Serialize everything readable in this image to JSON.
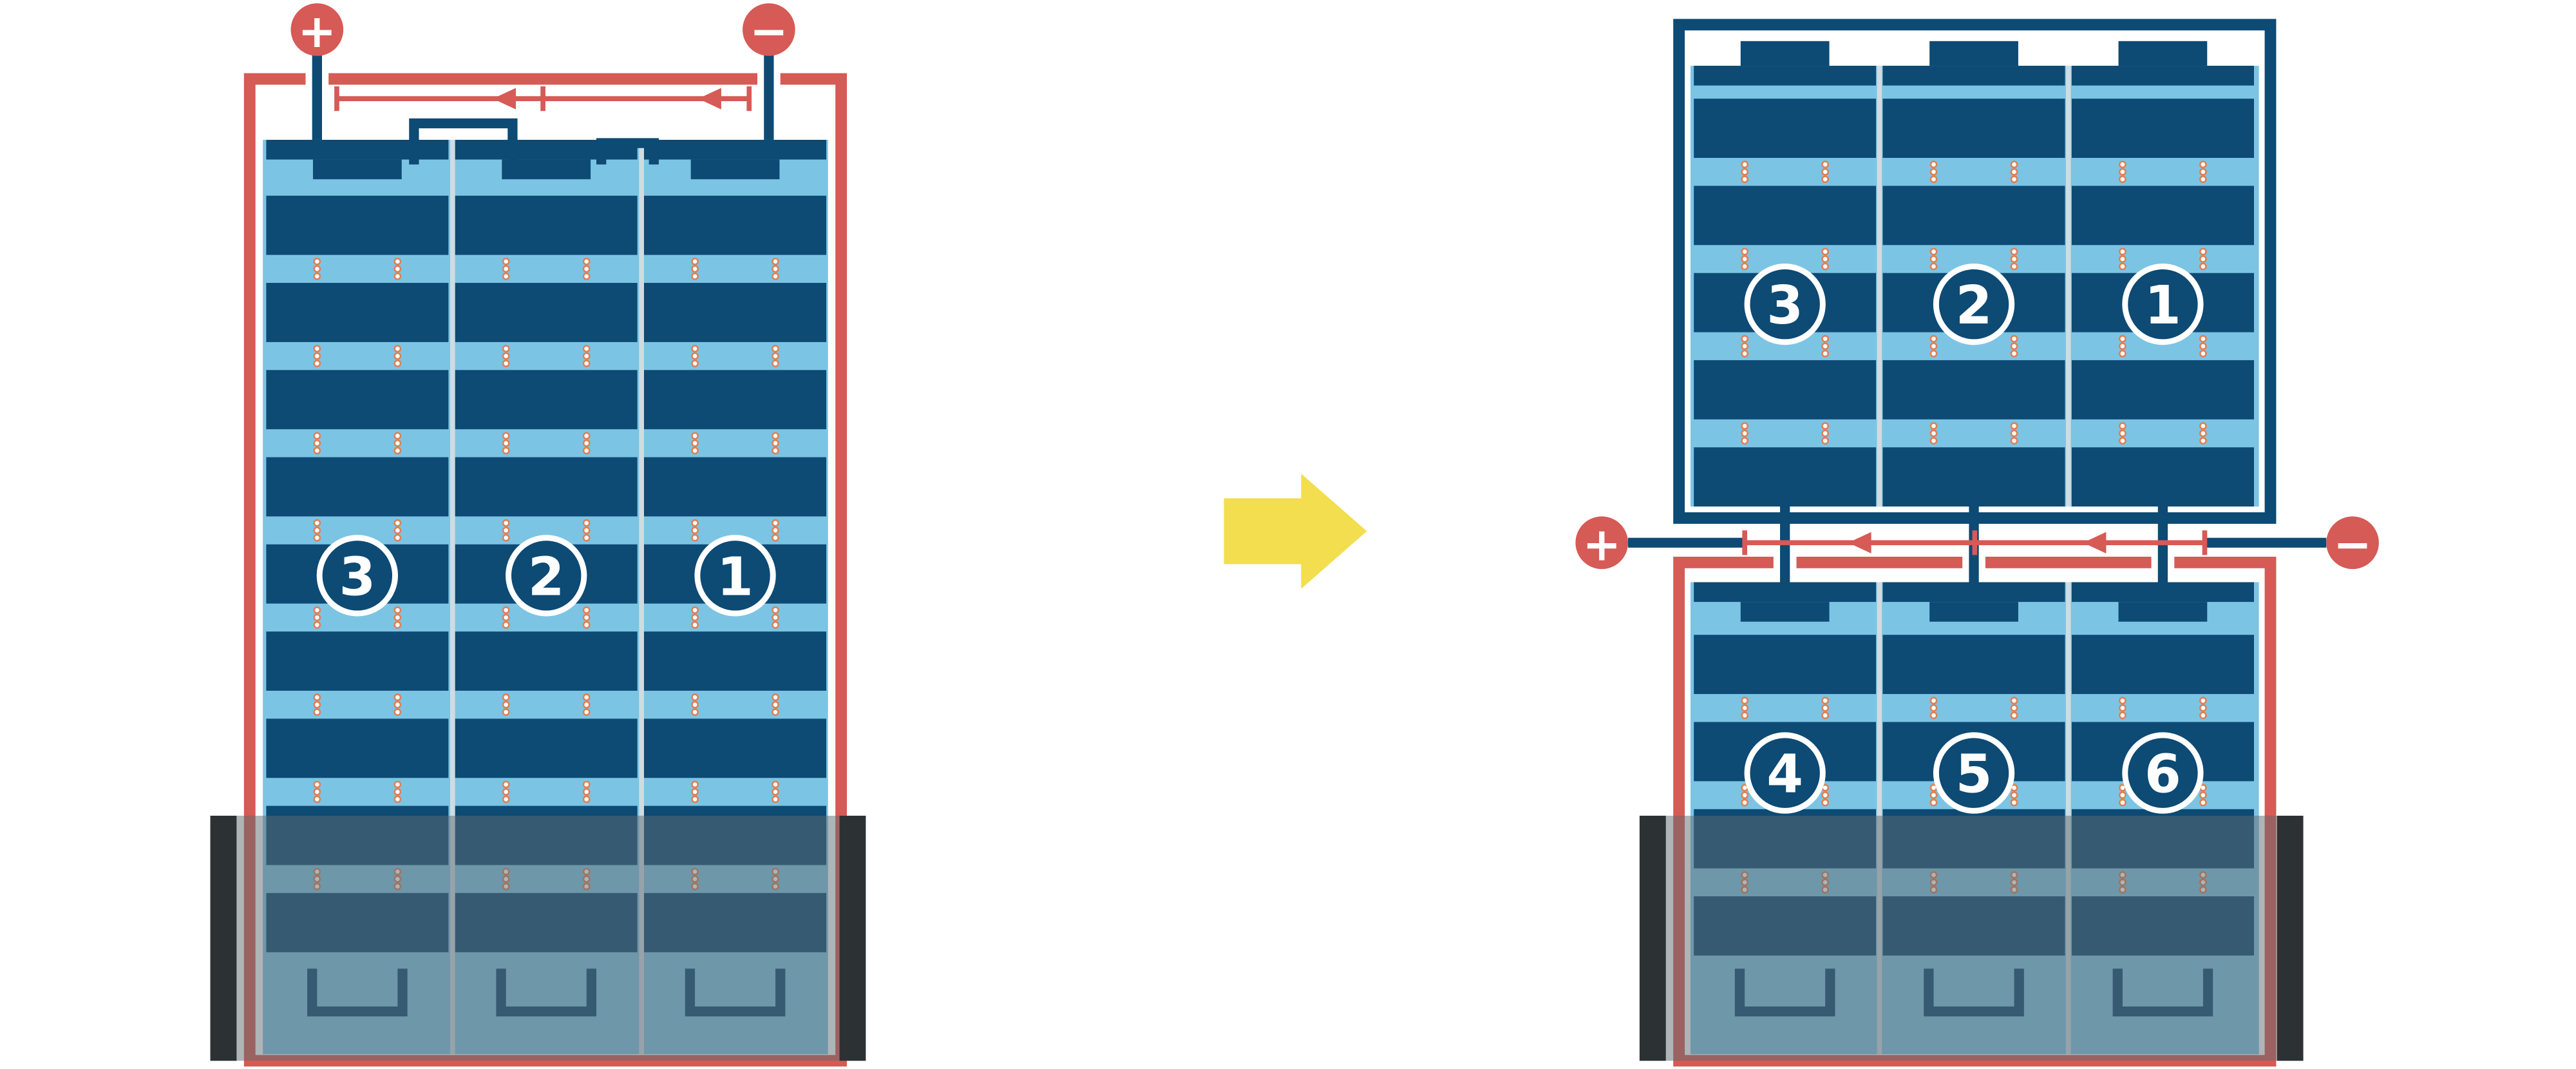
{
  "diagram": {
    "colors": {
      "white": "#ffffff",
      "panel_blue": "#7cc4e4",
      "cell_navy": "#0d4a74",
      "frame_red": "#d65a55",
      "wire_red": "#d65a55",
      "arrow_yellow": "#f2de4e",
      "dot_orange": "#dd8055",
      "separator_gray": "#cfdce2",
      "water_overlay": "rgba(96,106,112,0.5)",
      "water_bar_black": "#2c3133"
    },
    "left_panel": {
      "terminals": {
        "plus": "+",
        "minus": "−"
      },
      "module_labels": [
        "3",
        "2",
        "1"
      ]
    },
    "right_panel": {
      "terminals": {
        "plus": "+",
        "minus": "−"
      },
      "top_module_labels": [
        "3",
        "2",
        "1"
      ],
      "bottom_module_labels": [
        "4",
        "5",
        "6"
      ]
    }
  }
}
